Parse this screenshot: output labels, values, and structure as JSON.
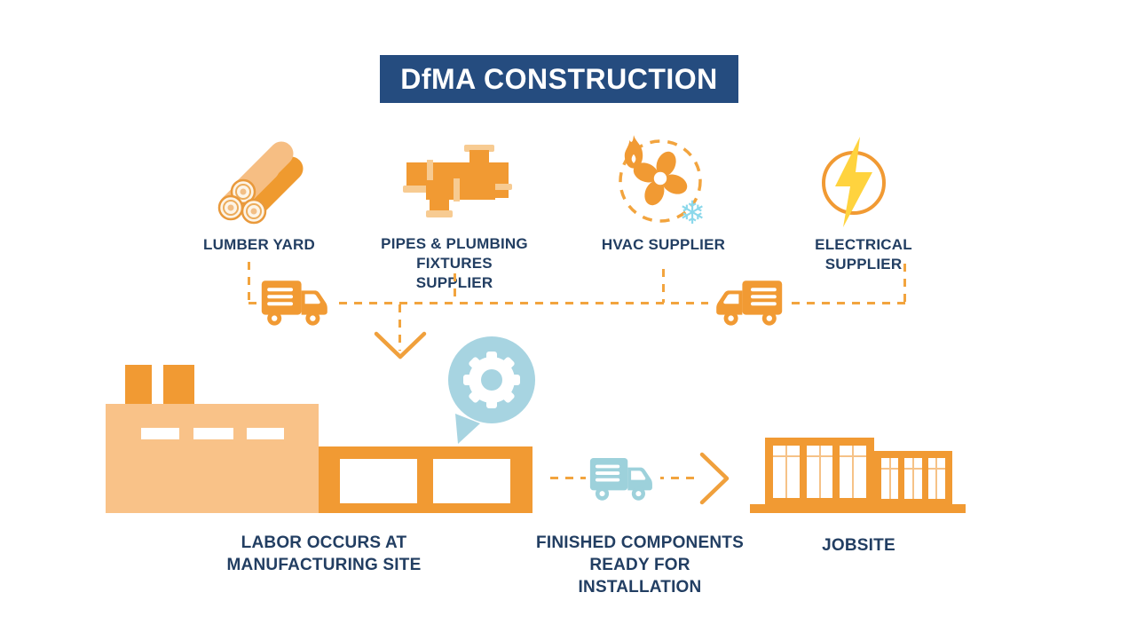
{
  "title": "DfMA CONSTRUCTION",
  "suppliers": [
    {
      "label": "LUMBER YARD",
      "icon": "logs-icon"
    },
    {
      "label": "PIPES & PLUMBING\nFIXTURES SUPPLIER",
      "icon": "pipes-icon"
    },
    {
      "label": "HVAC SUPPLIER",
      "icon": "hvac-fan-icon"
    },
    {
      "label": "ELECTRICAL SUPPLIER",
      "icon": "lightning-bolt-icon"
    }
  ],
  "process": {
    "manufacturing_label": "LABOR OCCURS AT\nMANUFACTURING SITE",
    "shipping_label": "FINISHED COMPONENTS\nREADY FOR INSTALLATION",
    "jobsite_label": "JOBSITE"
  },
  "glyphs": {
    "snowflake": "❄"
  },
  "icons": [
    "logs-icon",
    "pipes-icon",
    "hvac-fan-icon",
    "flame-icon",
    "snowflake-icon",
    "lightning-bolt-icon",
    "delivery-truck-icon",
    "down-arrow-icon",
    "factory-icon",
    "gear-speech-bubble-icon",
    "right-arrow-icon",
    "jobsite-building-icon"
  ],
  "colors": {
    "banner_navy": "#254C7F",
    "text_navy": "#223E62",
    "orange": "#F19A33",
    "dash_orange": "#F2A43E",
    "light_orange": "#F9C288",
    "teal_bubble": "#A7D4E1",
    "teal_truck": "#9DD1DB",
    "snowflake_blue": "#8BD8EB",
    "bolt_yellow": "#FFD33E"
  }
}
